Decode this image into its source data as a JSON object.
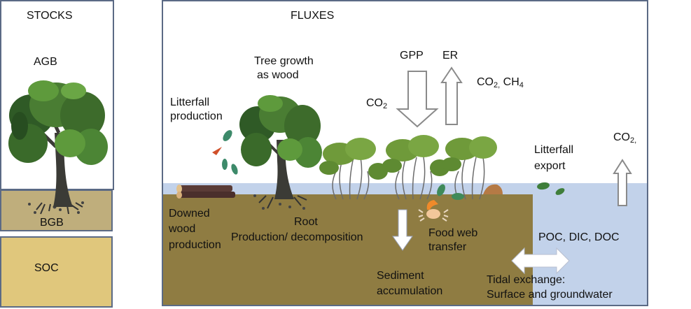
{
  "stocks": {
    "title": "STOCKS",
    "agb_label": "AGB",
    "bgb_label": "BGB",
    "soc_label": "SOC"
  },
  "fluxes": {
    "title": "FLUXES",
    "tree_growth_line1": "Tree growth",
    "tree_growth_line2": "as wood",
    "litterfall_production_line1": "Litterfall",
    "litterfall_production_line2": "production",
    "gpp_label": "GPP",
    "er_label": "ER",
    "co2_in": {
      "base": "CO",
      "sub": "2"
    },
    "co2_ch4_out": {
      "base1": "CO",
      "sub1": "2,",
      "base2": " CH",
      "sub2": "4"
    },
    "litterfall_export_line1": "Litterfall",
    "litterfall_export_line2": "export",
    "co2_water": {
      "base": "CO",
      "sub": "2,"
    },
    "downed_wood_line1": "Downed",
    "downed_wood_line2": "wood",
    "downed_wood_line3": "production",
    "root_line1": "Root",
    "root_line2": "Production/ decomposition",
    "food_web_line1": "Food web",
    "food_web_line2": "transfer",
    "sediment_line1": "Sediment",
    "sediment_line2": "accumulation",
    "poc_dic_doc": "POC, DIC, DOC",
    "tidal_line1": "Tidal exchange:",
    "tidal_line2": "Surface and groundwater"
  },
  "colors": {
    "border": "#5b6a85",
    "bgb_fill": "#bfae7c",
    "soc_fill": "#e0c77c",
    "sediment_fill": "#8f7c42",
    "water_fill": "#c2d2ea",
    "arrow_outline": "#8a8a8a",
    "canopy_dark": "#2f5a26",
    "canopy_light": "#5e9a3c",
    "mangrove_canopy": "#6f9a3a",
    "trunk": "#3b3b36"
  }
}
